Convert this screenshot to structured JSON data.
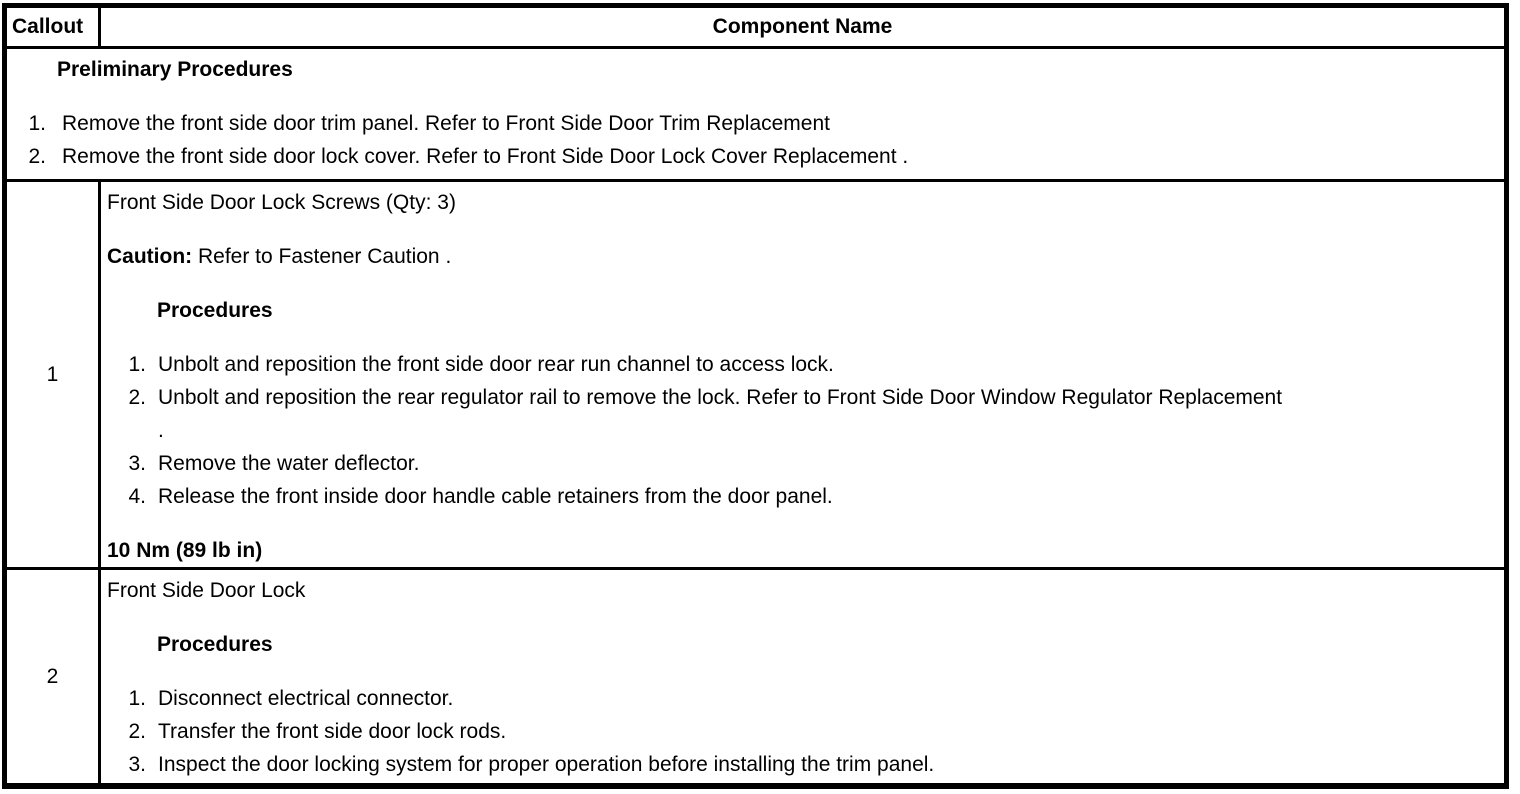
{
  "colors": {
    "text": "#000000",
    "background": "#ffffff",
    "border": "#000000"
  },
  "table": {
    "header": {
      "callout": "Callout",
      "component": "Component Name"
    },
    "preliminary": {
      "title": "Preliminary Procedures",
      "steps": [
        {
          "num": "1.",
          "text": "Remove the front side door trim panel. Refer to Front Side Door Trim Replacement"
        },
        {
          "num": "2.",
          "text": "Remove the front side door lock cover. Refer to Front Side Door Lock Cover Replacement ."
        }
      ]
    },
    "rows": [
      {
        "callout": "1",
        "component": "Front Side Door Lock Screws (Qty: 3)",
        "caution_label": "Caution:",
        "caution_text": " Refer to Fastener Caution .",
        "procedures_title": "Procedures",
        "steps": [
          {
            "num": "1.",
            "lines": [
              "Unbolt and reposition the front side door rear run channel to access lock."
            ]
          },
          {
            "num": "2.",
            "lines": [
              "Unbolt and reposition the rear regulator rail to remove the lock. Refer to Front Side Door Window Regulator Replacement",
              "."
            ]
          },
          {
            "num": "3.",
            "lines": [
              "Remove the water deflector."
            ]
          },
          {
            "num": "4.",
            "lines": [
              "Release the front inside door handle cable retainers from the door panel."
            ]
          }
        ],
        "torque": "10 Nm (89 lb in)"
      },
      {
        "callout": "2",
        "component": "Front Side Door Lock",
        "procedures_title": "Procedures",
        "steps": [
          {
            "num": "1.",
            "lines": [
              "Disconnect electrical connector."
            ]
          },
          {
            "num": "2.",
            "lines": [
              "Transfer the front side door lock rods."
            ]
          },
          {
            "num": "3.",
            "lines": [
              "Inspect the door locking system for proper operation before installing the trim panel."
            ]
          }
        ]
      }
    ]
  }
}
